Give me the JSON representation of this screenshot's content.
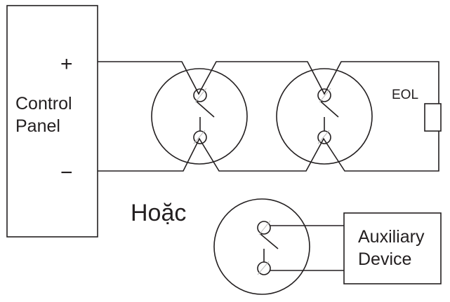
{
  "control_panel": {
    "title_line1": "Control",
    "title_line2": "Panel",
    "positive_terminal": "+",
    "negative_terminal": "−"
  },
  "eol_label": "EOL",
  "or_label": "Hoặc",
  "auxiliary_device": {
    "line1": "Auxiliary",
    "line2": "Device"
  }
}
